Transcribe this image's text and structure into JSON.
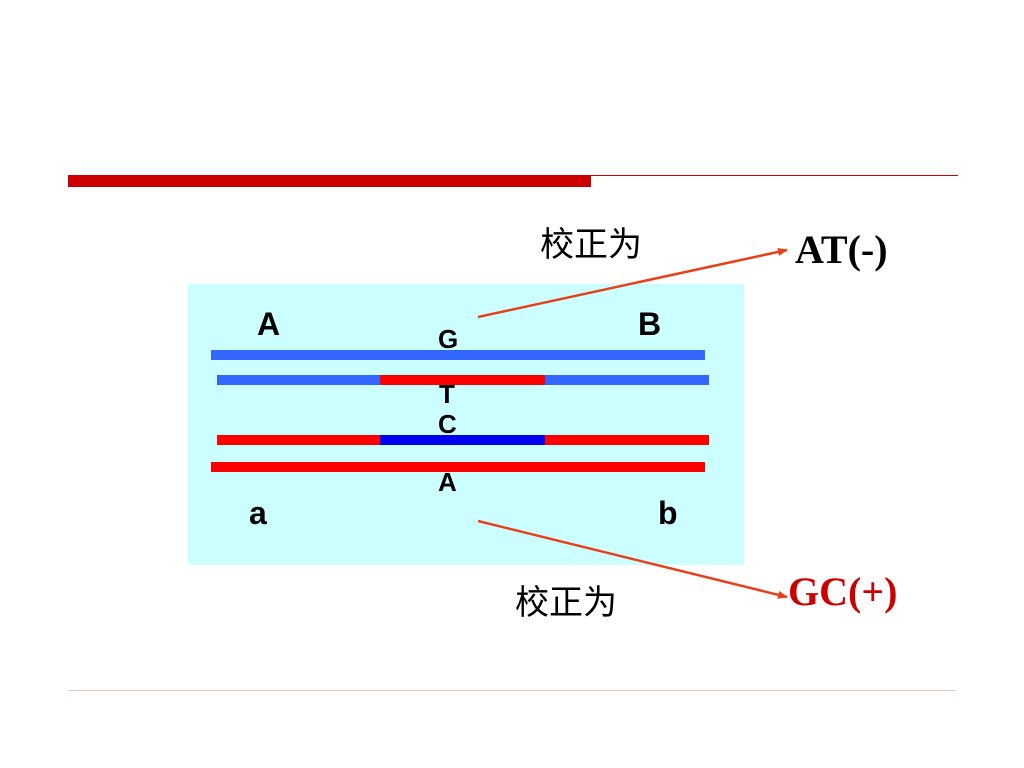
{
  "segments": {
    "top_left": "A",
    "top_right": "B",
    "bottom_left": "a",
    "bottom_right": "b"
  },
  "bases": {
    "top_upper": "G",
    "top_lower": "T",
    "bottom_upper": "C",
    "bottom_lower": "A"
  },
  "correction_label_top": "校正为",
  "correction_label_bottom": "校正为",
  "result_top": "AT(-)",
  "result_bottom": "GC(+)",
  "colors": {
    "title_rule": "#cc0000",
    "panel_bg": "#ccffff",
    "strand_blue": "#3366ff",
    "strand_red": "#ff0000",
    "strand_dark_blue": "#0000ee",
    "arrow": "#e8401a",
    "result_bottom": "#cc0000",
    "result_top": "#000000"
  }
}
